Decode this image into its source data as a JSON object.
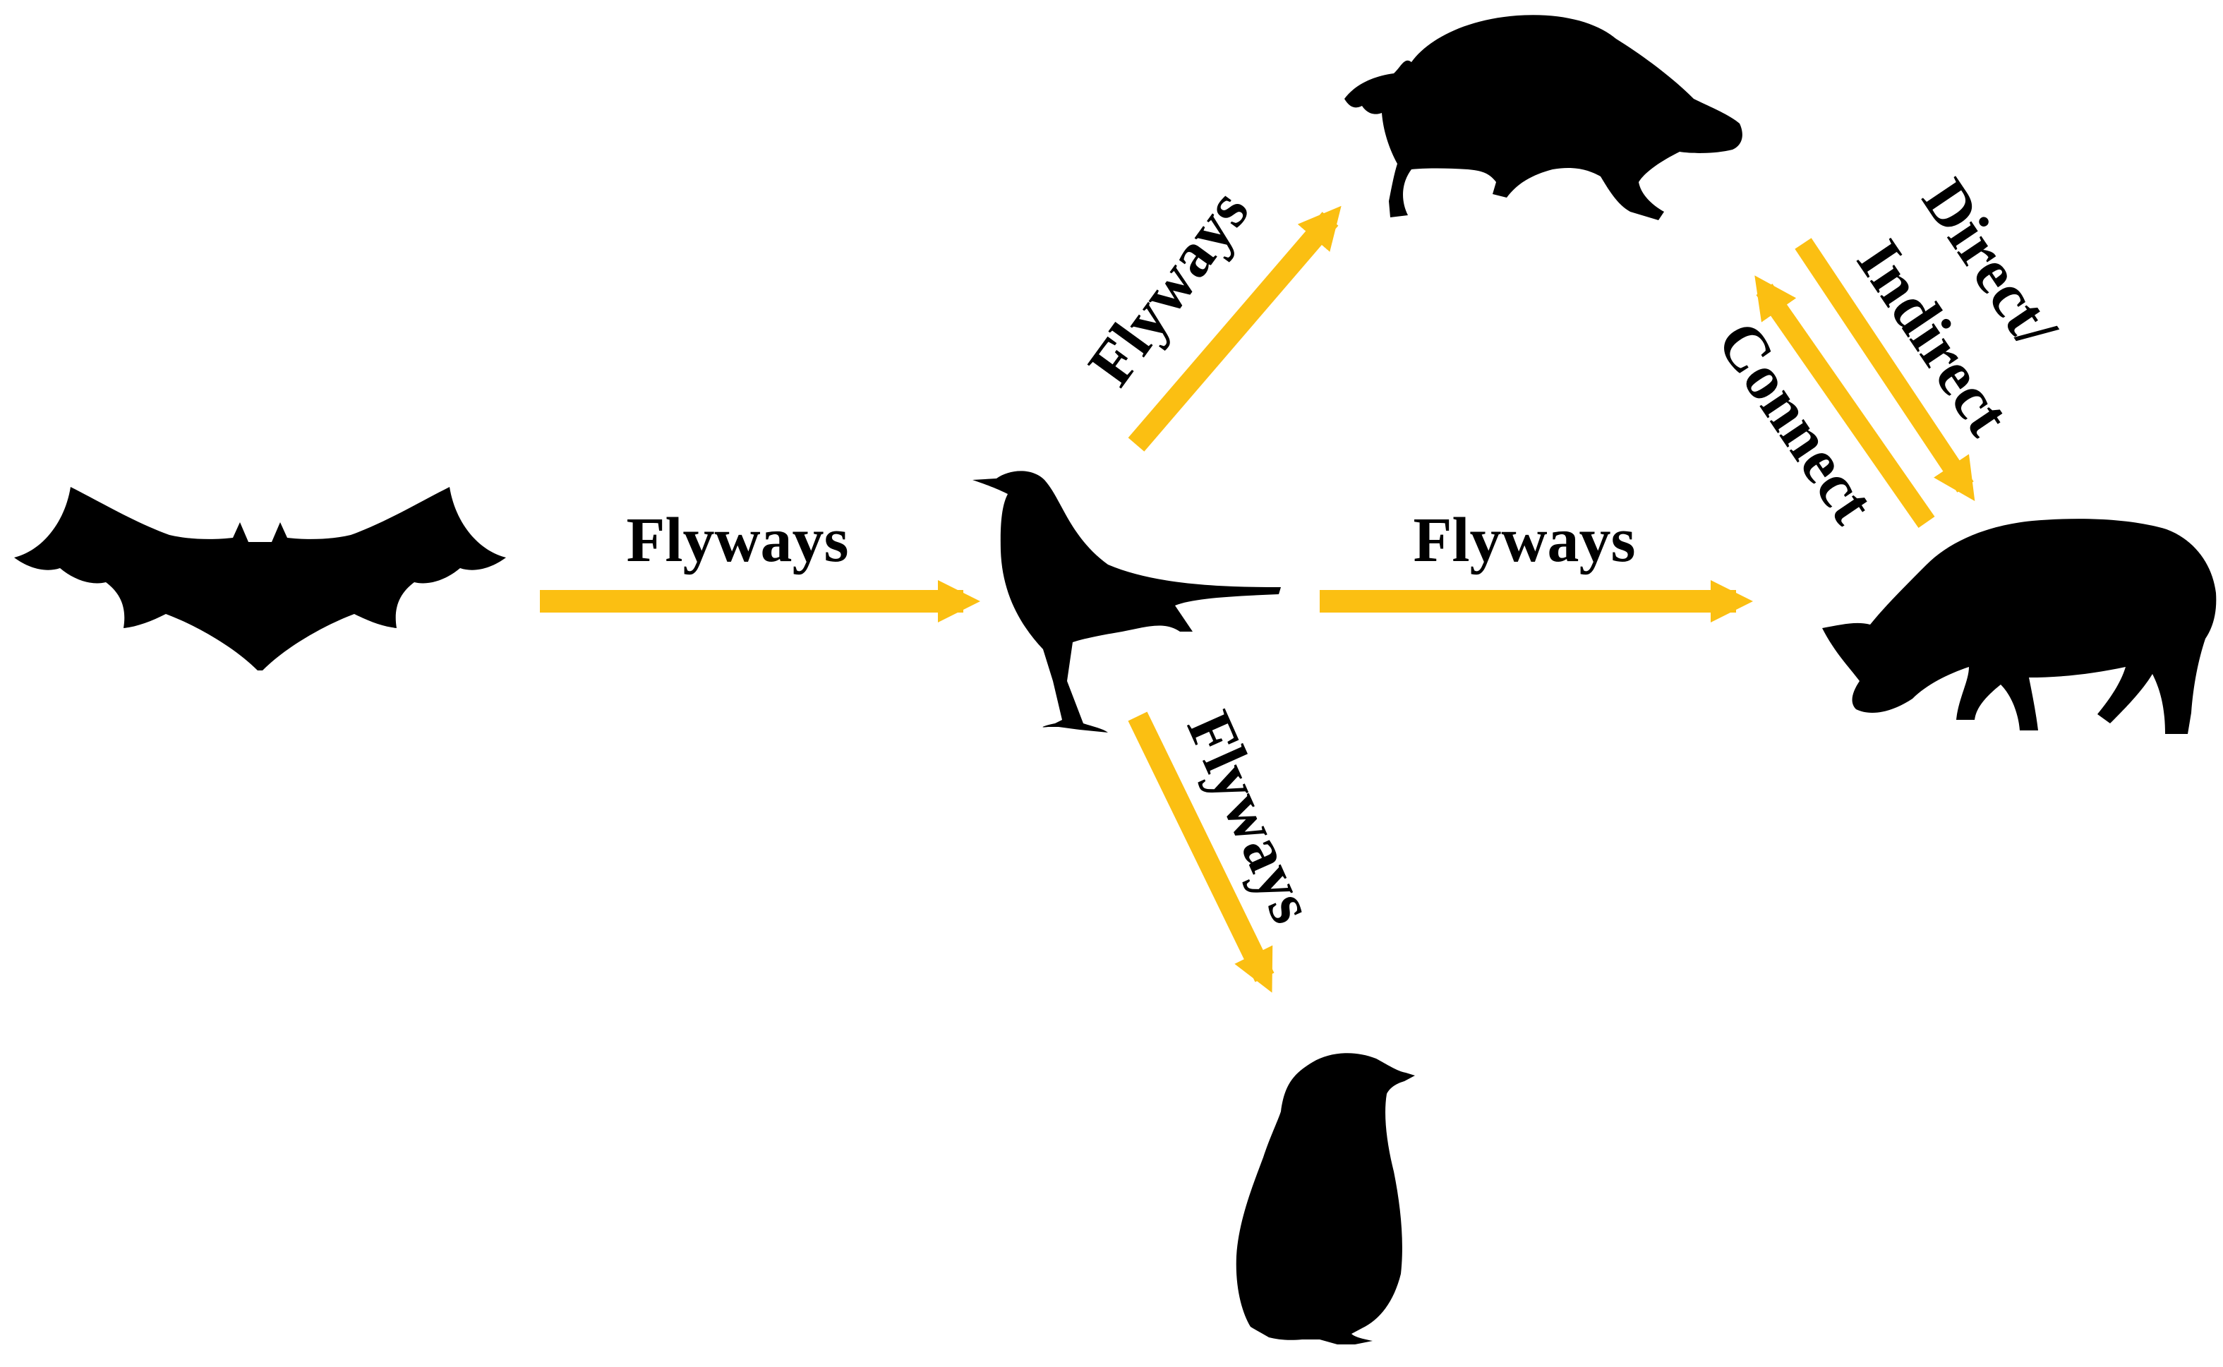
{
  "colors": {
    "arrow": "#FBBF12",
    "silhouette": "#000000",
    "background": "#FFFFFF"
  },
  "nodes": {
    "bat": {
      "icon": "bat-icon"
    },
    "bird": {
      "icon": "bird-icon"
    },
    "wild_boar": {
      "icon": "wild-boar-icon"
    },
    "pig": {
      "icon": "pig-icon"
    },
    "penguin": {
      "icon": "penguin-icon"
    }
  },
  "edges": {
    "bat_to_bird": {
      "label": "Flyways"
    },
    "bird_to_boar": {
      "label": "Flyways"
    },
    "bird_to_pig": {
      "label": "Flyways"
    },
    "bird_to_penguin": {
      "label": "Flyways"
    },
    "boar_pig": {
      "label_line1": "Direct/",
      "label_line2": "Indirect",
      "label_line3": "Connect"
    }
  }
}
